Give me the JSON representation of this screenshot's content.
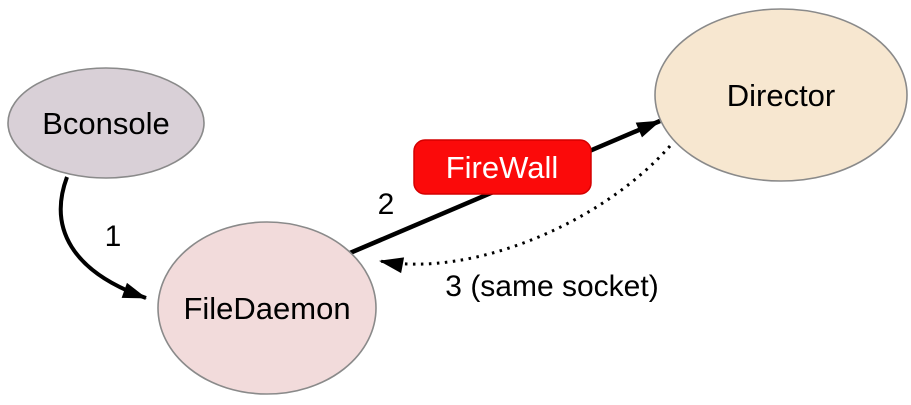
{
  "diagram": {
    "nodes": {
      "bconsole": {
        "label": "Bconsole",
        "fill": "#d9d0d7"
      },
      "filedaemon": {
        "label": "FileDaemon",
        "fill": "#f2dbdb"
      },
      "director": {
        "label": "Director",
        "fill": "#f7e7d0"
      }
    },
    "firewall": {
      "label": "FireWall",
      "fill": "#fb0a0a",
      "text_color": "#ffffff"
    },
    "edges": {
      "step1": {
        "label": "1",
        "style": "solid"
      },
      "step2": {
        "label": "2",
        "style": "solid"
      },
      "step3": {
        "label": "3 (same socket)",
        "style": "dotted"
      }
    }
  }
}
